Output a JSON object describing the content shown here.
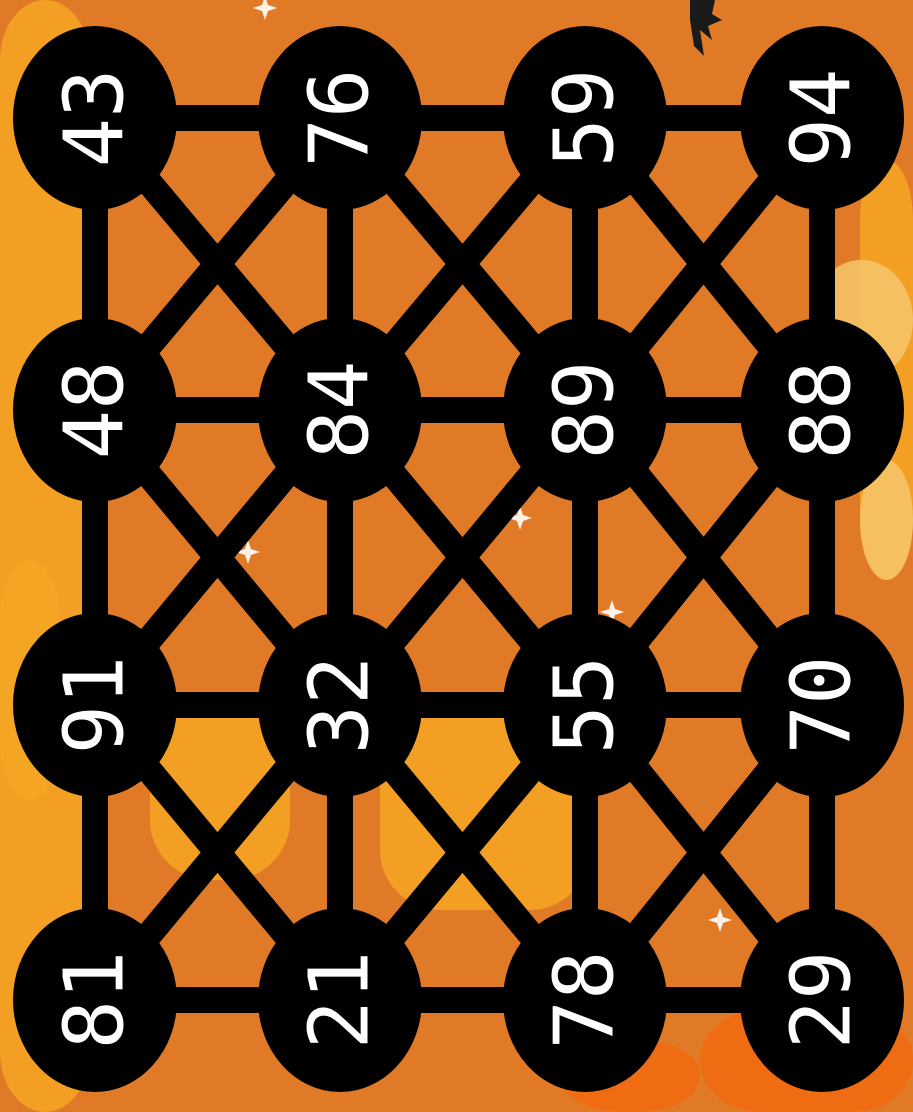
{
  "colors": {
    "background": "#e07a26",
    "background_light": "#f5a623",
    "background_pale": "#f7c56b",
    "background_deep": "#f26a10",
    "node_fill": "#000000",
    "edge": "#000000",
    "label": "#ffffff"
  },
  "board": {
    "rows": 4,
    "cols": 4,
    "nodes": [
      [
        "43",
        "76",
        "59",
        "94"
      ],
      [
        "48",
        "84",
        "89",
        "88"
      ],
      [
        "91",
        "32",
        "55",
        "70"
      ],
      [
        "81",
        "21",
        "78",
        "29"
      ]
    ],
    "connections": "orthogonal-and-diagonal"
  },
  "decorations": [
    "bat-icon",
    "sparkle-icon",
    "sparkle-icon",
    "sparkle-icon",
    "sparkle-icon"
  ]
}
